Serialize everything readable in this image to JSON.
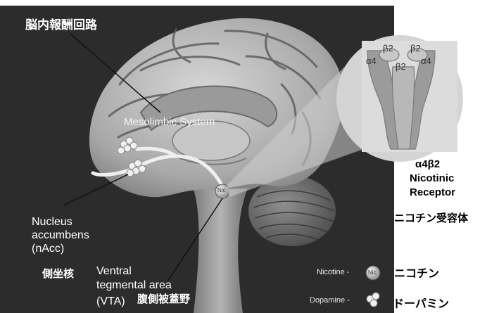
{
  "labels": {
    "reward_circuit_jp": "脳内報酬回路",
    "mesolimbic": "Mesolimbic System",
    "nacc_line1": "Nucleus",
    "nacc_line2": "accumbens",
    "nacc_line3": "(nAcc)",
    "nacc_jp": "側坐核",
    "vta_line1": "Ventral",
    "vta_line2": "tegmental area",
    "vta_line3": "(VTA)",
    "vta_jp": "腹側被蓋野",
    "nic_node": "Nic",
    "receptor_line1": "α4β2",
    "receptor_line2": "Nicotinic",
    "receptor_line3": "Receptor",
    "receptor_jp": "ニコチン受容体",
    "subunit_b2_left": "β2",
    "subunit_b2_right": "β2",
    "subunit_a4_left": "α4",
    "subunit_b2_center": "β2",
    "subunit_a4_right": "α4"
  },
  "legend": {
    "nicotine_label": "Nicotine -",
    "nicotine_icon_text": "Nic",
    "nicotine_jp": "ニコチン",
    "dopamine_label": "Dopamine -",
    "dopamine_jp": "ドーパミン"
  },
  "colors": {
    "background_dark": "#2c2c2c",
    "brain": "#b9b9b9",
    "pathway": "#ececec",
    "receptor_bg": "#d9d9d9"
  }
}
